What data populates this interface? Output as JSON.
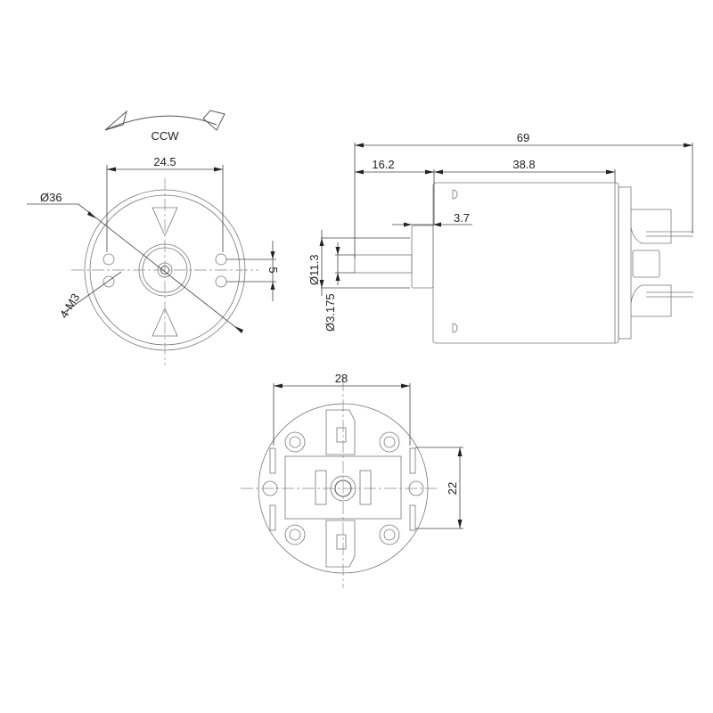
{
  "title": "Motor dimension drawing",
  "front_view": {
    "rotation_label": "CCW",
    "dim_hole_spacing": "24.5",
    "dim_diameter": "Ø36",
    "dim_holes": "4-M3",
    "dim_hole_pitch": "5"
  },
  "side_view": {
    "dim_overall_length": "69",
    "dim_shaft_length": "16.2",
    "dim_body_length": "38.8",
    "dim_boss_length": "3.7",
    "dim_boss_diameter": "Ø11.3",
    "dim_shaft_diameter": "Ø3.175"
  },
  "rear_view": {
    "dim_width": "28",
    "dim_height": "22"
  }
}
